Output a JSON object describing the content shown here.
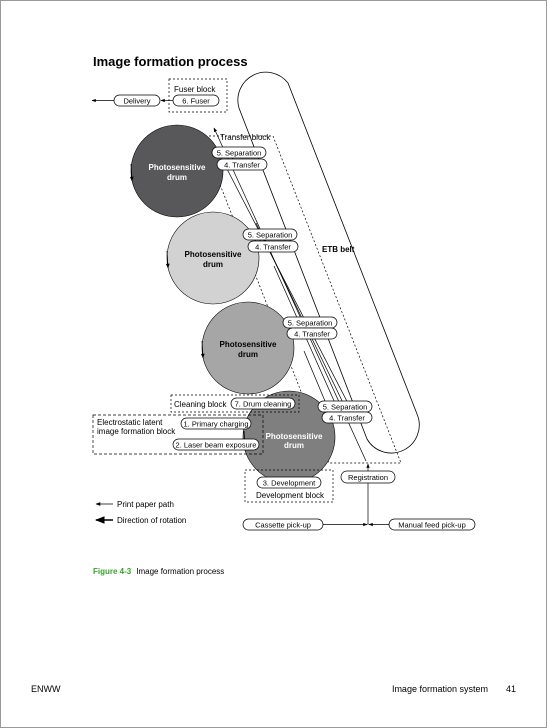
{
  "page": {
    "title": "Image formation process",
    "caption_number": "Figure 4-3",
    "caption_text": "Image formation process",
    "footer_left": "ENWW",
    "footer_section": "Image formation system",
    "footer_page": "41"
  },
  "diagram": {
    "fuser_block": "Fuser block",
    "delivery": "Delivery",
    "fuser": "6. Fuser",
    "transfer_block": "Transfer block",
    "etb_belt": "ETB belt",
    "drum_line1": "Photosensitive",
    "drum_line2": "drum",
    "separation": "5. Separation",
    "transfer": "4. Transfer",
    "cleaning_block": "Cleaning block",
    "drum_cleaning": "7. Drum cleaning",
    "latent_line1": "Electrostatic latent",
    "latent_line2": "image formation block",
    "primary_charging": "1. Primary charging",
    "laser_exposure": "2. Laser beam exposure",
    "development": "3. Development",
    "development_block": "Development block",
    "registration": "Registration",
    "cassette": "Cassette pick-up",
    "manual_feed": "Manual feed pick-up",
    "legend_paper": "Print paper path",
    "legend_rotation": "Direction of rotation",
    "colors": {
      "drum1": "#58585a",
      "drum2": "#d2d2d2",
      "drum3": "#a6a6a6",
      "drum4": "#7f7f7f",
      "caption_green": "#3aa12e"
    }
  }
}
